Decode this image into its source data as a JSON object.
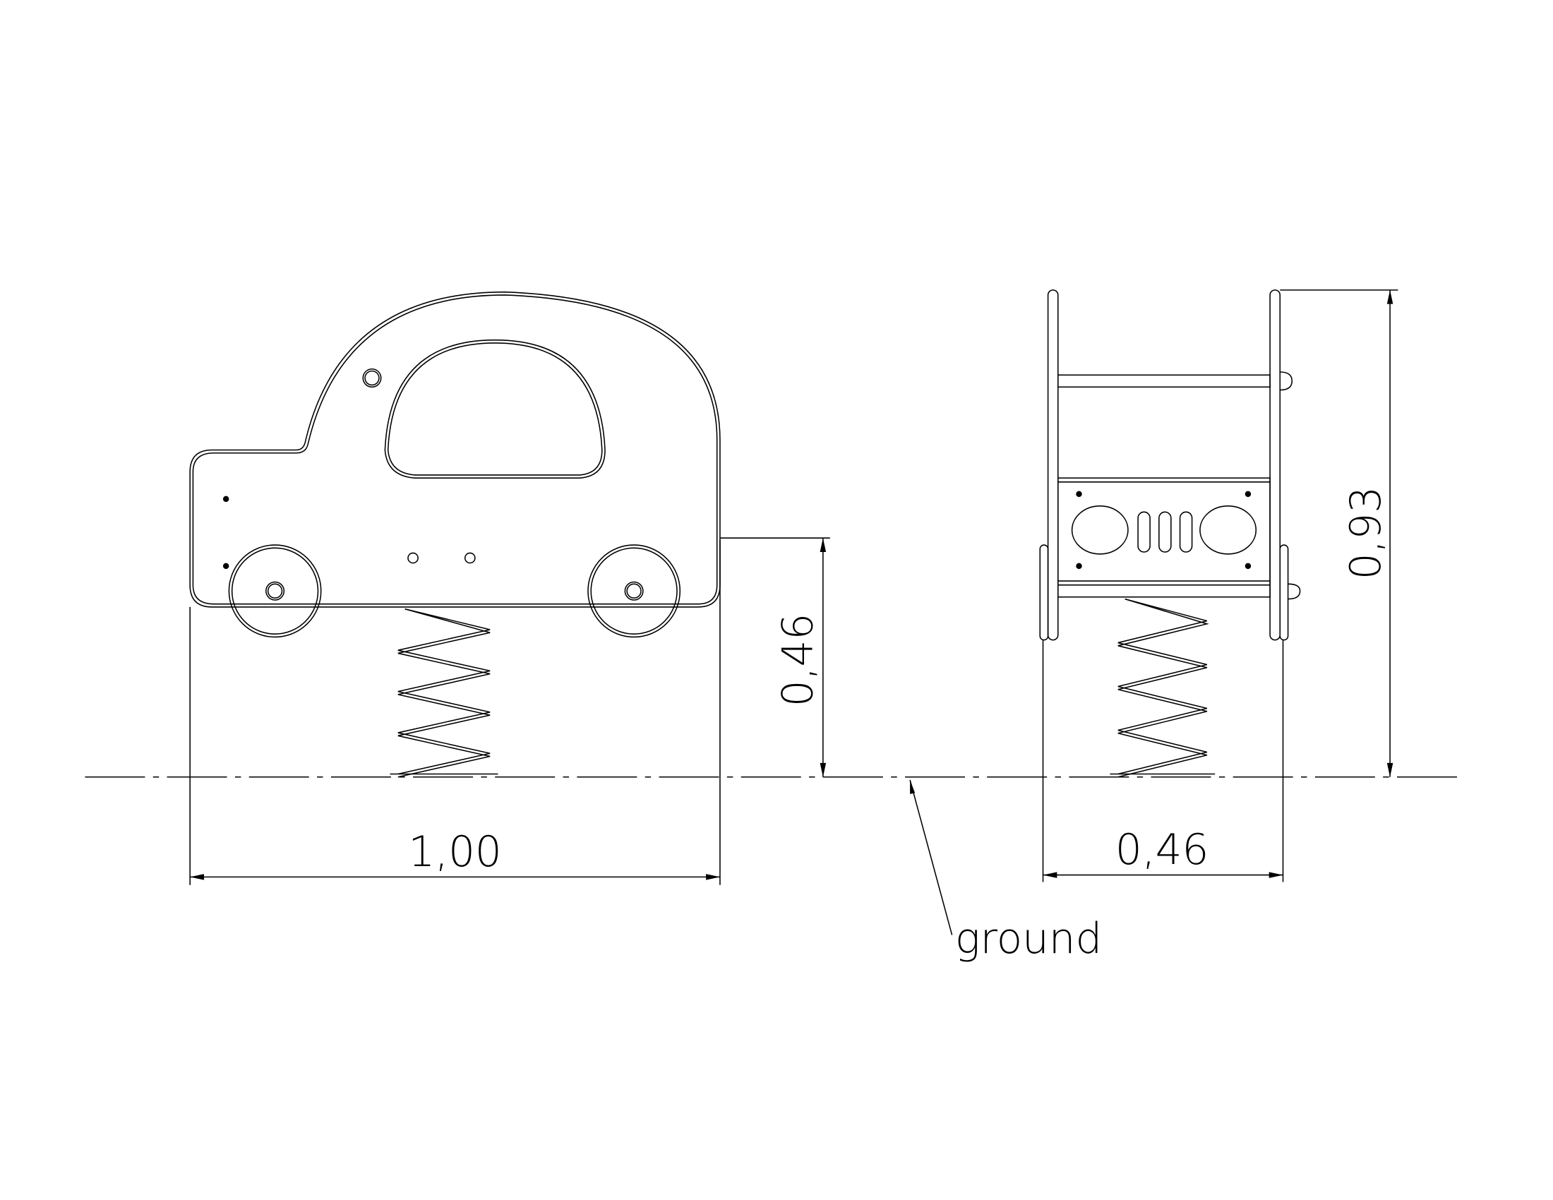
{
  "drawing": {
    "dimensions": {
      "side_width": "1,00",
      "seat_height": "0,46",
      "front_width": "0,46",
      "total_height": "0,93"
    },
    "annotation": {
      "ground_label": "ground"
    },
    "line_color": "#000000",
    "background": "#ffffff"
  }
}
